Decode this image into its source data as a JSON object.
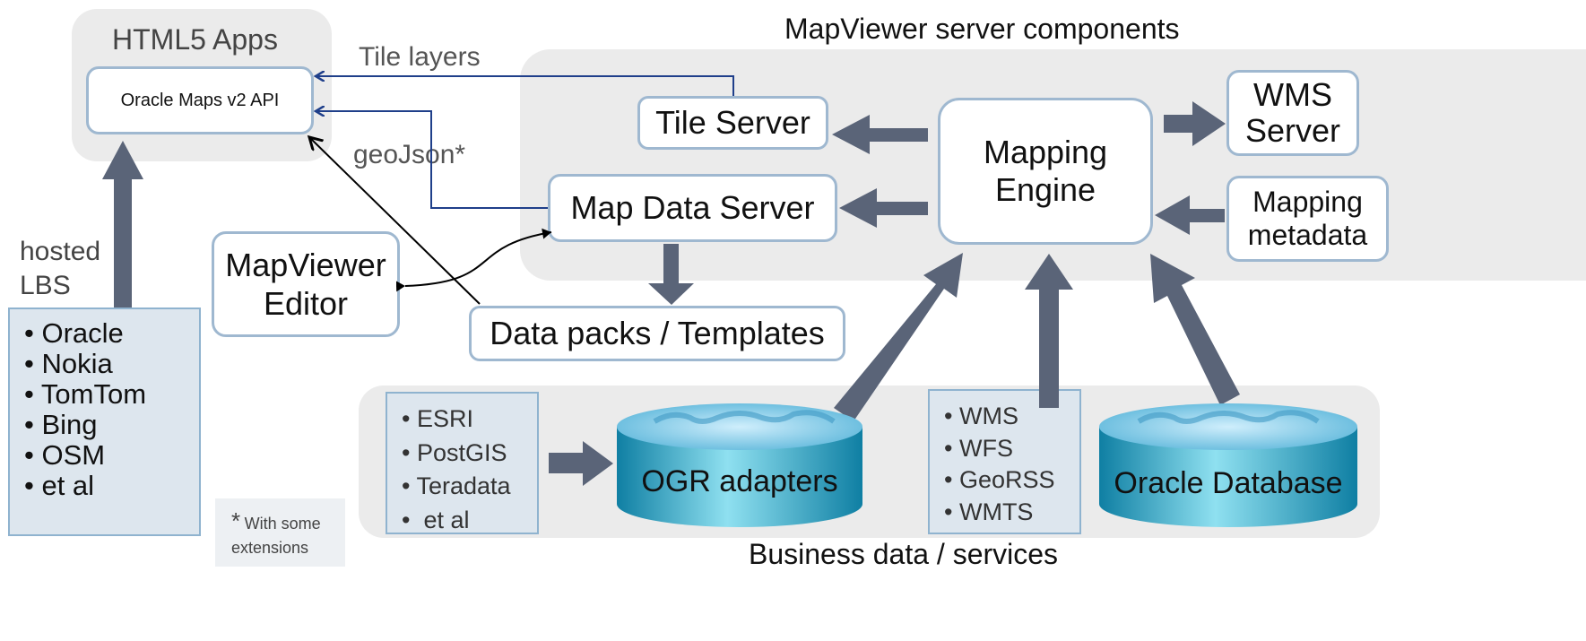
{
  "title": "MapViewer server components",
  "footer_title": "Business data / services",
  "html5": {
    "heading": "HTML5 Apps",
    "api_box": "Oracle Maps v2 API"
  },
  "edge_labels": {
    "tile_layers": "Tile layers",
    "geojson": "geoJson*"
  },
  "hosted_lbs": {
    "label_line1": "hosted",
    "label_line2": "LBS",
    "items": [
      "Oracle",
      "Nokia",
      "TomTom",
      "Bing",
      "OSM",
      "et al"
    ]
  },
  "footnote": {
    "star": "*",
    "text_line1": "With some",
    "text_line2": "extensions"
  },
  "components": {
    "tile_server": "Tile Server",
    "map_data_server": "Map Data Server",
    "mapping_engine_line1": "Mapping",
    "mapping_engine_line2": "Engine",
    "wms_server_line1": "WMS",
    "wms_server_line2": "Server",
    "mapping_metadata_line1": "Mapping",
    "mapping_metadata_line2": "metadata",
    "mapviewer_editor_line1": "MapViewer",
    "mapviewer_editor_line2": "Editor",
    "data_packs": "Data packs / Templates"
  },
  "business": {
    "ogr_sources": [
      "ESRI",
      "PostGIS",
      "Teradata",
      " et al"
    ],
    "ogr_adapters": "OGR adapters",
    "web_services": [
      "WMS",
      "WFS",
      "GeoRSS",
      "WMTS"
    ],
    "oracle_database": "Oracle Database"
  },
  "colors": {
    "region_gray": "#ebebeb",
    "box_border": "#9fb8d0",
    "arrow_fill": "#5a6478",
    "connector_blue": "#1f3f8a",
    "db_teal": "#1aa3c4"
  }
}
